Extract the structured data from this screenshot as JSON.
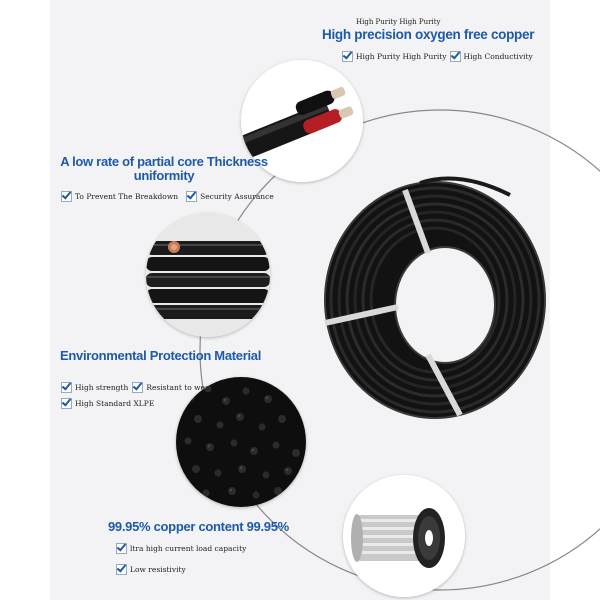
{
  "top": {
    "caption": "High Purity High Purity",
    "title": "High precision oxygen free copper",
    "features": [
      "High Purity High Purity",
      "High Conductivity"
    ]
  },
  "core": {
    "title_line1": "A low rate of partial core Thickness",
    "title_line2": "uniformity",
    "features": [
      "To Prevent The Breakdown",
      "Security Assurance"
    ]
  },
  "env": {
    "title": "Environmental Protection Material",
    "features_row1": [
      "High strength",
      "Resistant to wear"
    ],
    "features_row2": [
      "High Standard XLPE"
    ]
  },
  "copper": {
    "title": "99.95% copper content 99.95%",
    "features": [
      "ltra high current load capacity",
      "Low resistivity"
    ]
  },
  "colors": {
    "accent": "#1d5aa8",
    "panel": "#f3f2f5",
    "cable": "#1a1a1a"
  }
}
